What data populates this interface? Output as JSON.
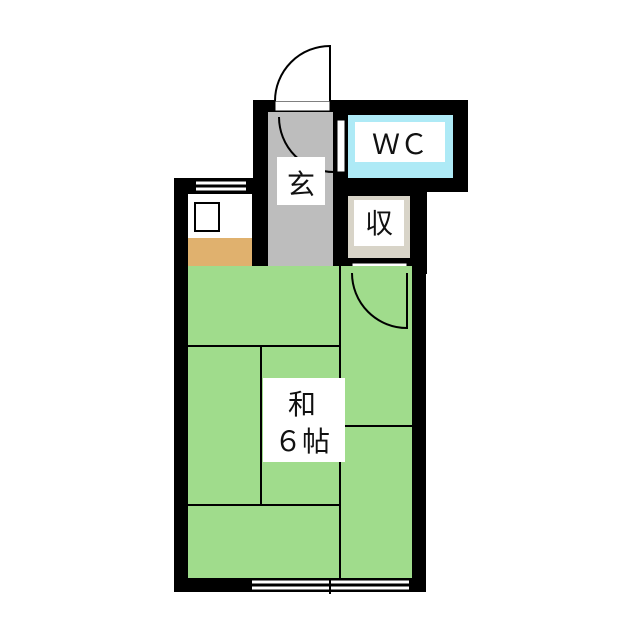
{
  "rooms": {
    "wc": "ＷＣ",
    "entrance": "玄",
    "storage": "収",
    "washitsu_type": "和",
    "washitsu_size": "６帖"
  },
  "colors": {
    "wall": "#000000",
    "tatami": "#a0dc8c",
    "entrance_floor": "#bdbdbd",
    "wc_floor": "#aeeaf6",
    "storage_floor": "#d8d4c8",
    "kitchen_floor": "#e0b16e"
  }
}
